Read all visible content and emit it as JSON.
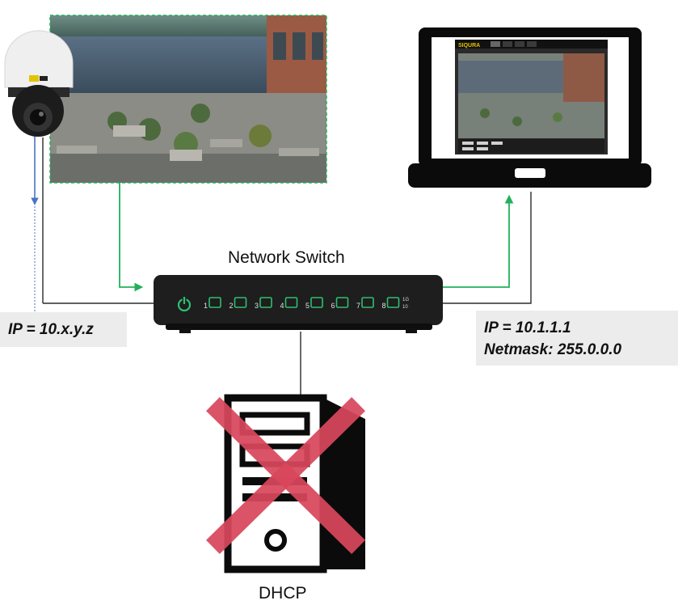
{
  "switch": {
    "label": "Network Switch",
    "port_labels": [
      "1",
      "2",
      "3",
      "4",
      "5",
      "6",
      "7",
      "8"
    ],
    "uplink_label_top": "1G",
    "uplink_label_bottom": "10"
  },
  "camera": {
    "ip_text": "IP = 10.x.y.z"
  },
  "laptop": {
    "ip_text": "IP = 10.1.1.1",
    "netmask_text": "Netmask: 255.0.0.0",
    "screen_brand": "SIQURA"
  },
  "server": {
    "label": "DHCP",
    "status": "crossed-out"
  },
  "colors": {
    "green_link": "#22b05a",
    "blue_link": "#4a74c4",
    "dark_link": "#2b2b2b",
    "red_cross": "#d9475c",
    "switch_led": "#2fbf71",
    "ip_box_bg": "#ececec"
  },
  "icons": [
    "ptz-camera-icon",
    "laptop-icon",
    "network-switch-icon",
    "server-tower-icon",
    "power-icon",
    "ethernet-port-icon"
  ]
}
